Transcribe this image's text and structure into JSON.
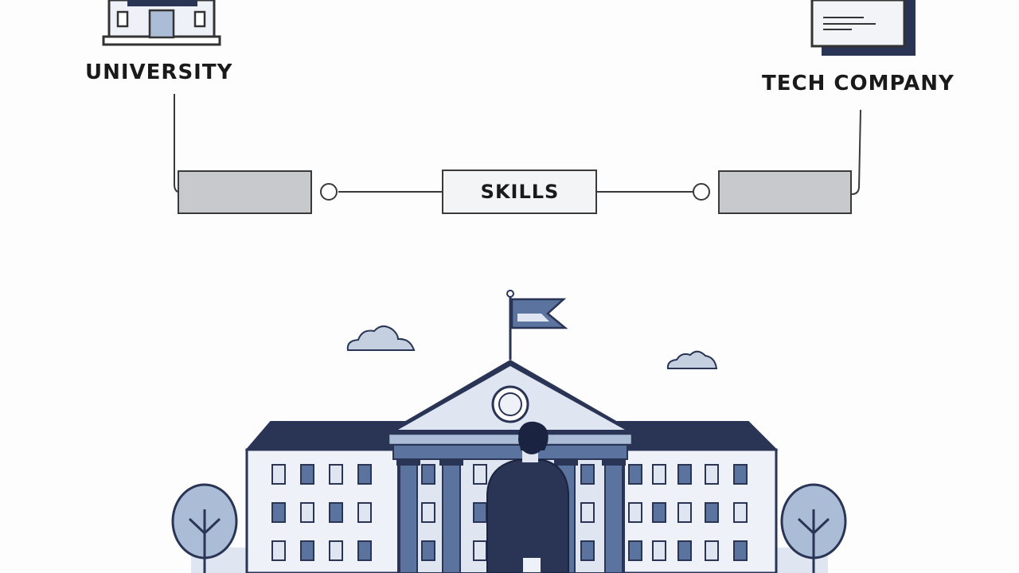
{
  "nodes": {
    "university_label": "UNIVERSITY",
    "tech_company_label": "TECH COMPANY",
    "skills_label": "SKILLS"
  },
  "colors": {
    "navy": "#2a3556",
    "steel_blue": "#5a739f",
    "light_blue": "#aabcd6",
    "pale_blue": "#dfe6f1",
    "box_gray": "#c8c9cc",
    "line": "#3a3a3a",
    "building_wall": "#eef1f7"
  }
}
